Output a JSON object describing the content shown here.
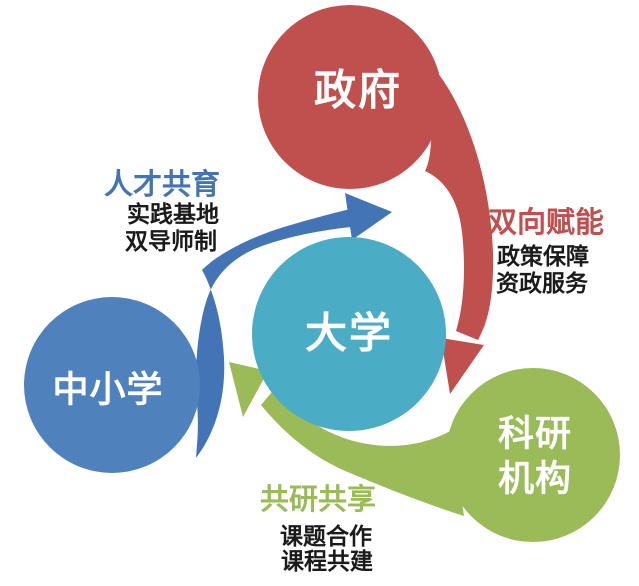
{
  "diagram": {
    "center": {
      "label": "大学"
    },
    "nodes": {
      "government": {
        "label": "政府"
      },
      "schools": {
        "label": "中小学"
      },
      "research": {
        "label_line1": "科研",
        "label_line2": "机构"
      }
    },
    "links": {
      "talent": {
        "title": "人才共育",
        "sub1": "实践基地",
        "sub2": "双导师制"
      },
      "empower": {
        "title": "双向赋能",
        "sub1": "政策保障",
        "sub2": "资政服务"
      },
      "share": {
        "title": "共研共享",
        "sub1": "课题合作",
        "sub2": "课程共建"
      }
    },
    "colors": {
      "red": "#C0504D",
      "blue": "#4F81BD",
      "blue_arrow": "#4374B5",
      "teal": "#4BACC6",
      "green": "#9BBB59",
      "sub_text": "#1A1A1A"
    }
  }
}
